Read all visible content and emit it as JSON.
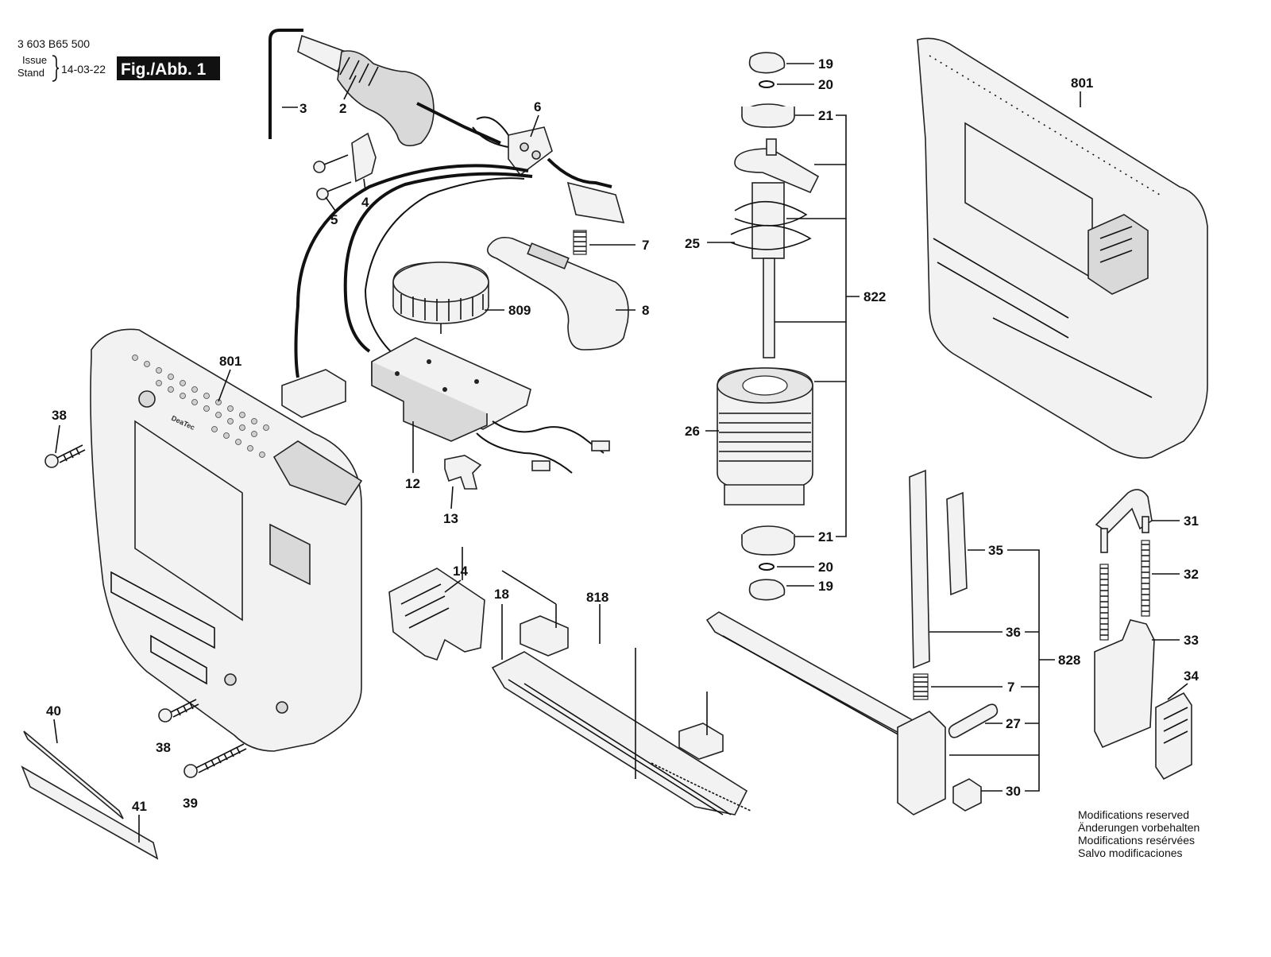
{
  "header": {
    "part_number": "3 603 B65 500",
    "issue_label": "Issue",
    "stand_label": "Stand",
    "date": "14-03-22",
    "figure_label": "Fig./Abb. 1"
  },
  "callouts": {
    "c3": "3",
    "c2": "2",
    "c6": "6",
    "c4": "4",
    "c5": "5",
    "c7a": "7",
    "c8": "8",
    "c809": "809",
    "c801a": "801",
    "c38a": "38",
    "c12": "12",
    "c13": "13",
    "c19a": "19",
    "c20a": "20",
    "c21a": "21",
    "c25": "25",
    "c822": "822",
    "c26": "26",
    "c21b": "21",
    "c20b": "20",
    "c19b": "19",
    "c801b": "801",
    "c14": "14",
    "c18": "18",
    "c818": "818",
    "c35": "35",
    "c36": "36",
    "c828": "828",
    "c7b": "7",
    "c27": "27",
    "c30": "30",
    "c31": "31",
    "c32": "32",
    "c33": "33",
    "c34": "34",
    "c40": "40",
    "c38b": "38",
    "c39": "39",
    "c41": "41"
  },
  "brand_on_housing": "DeaTec",
  "notes": [
    "Modifications reserved",
    "Änderungen vorbehalten",
    "Modifications resérvées",
    "Salvo modificaciones"
  ]
}
